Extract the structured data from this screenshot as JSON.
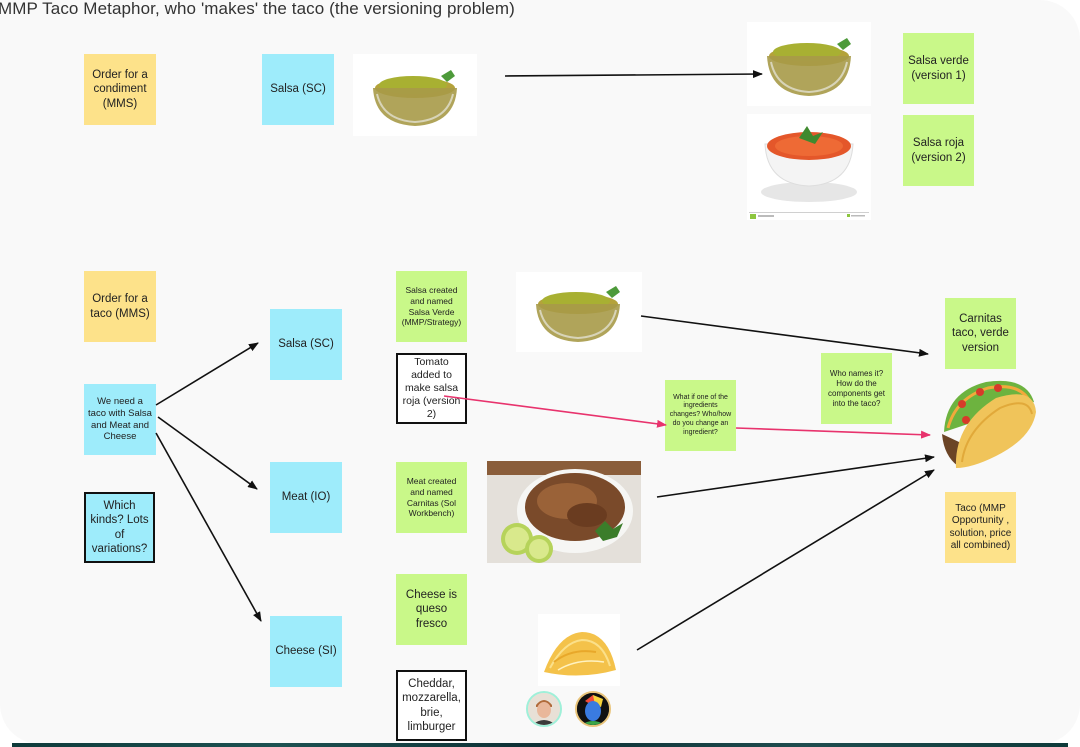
{
  "title": "MMP Taco Metaphor, who 'makes' the taco (the versioning problem)",
  "colors": {
    "yellow_sticky": "#fde28a",
    "blue_sticky": "#9eecfb",
    "green_sticky": "#c9f889",
    "arrow_black": "#111111",
    "arrow_pink": "#e8336d"
  },
  "top_row": {
    "order_condiment": "Order for a condiment (MMS)",
    "salsa_sc": "Salsa (SC)",
    "salsa_verde_v1": "Salsa verde (version 1)",
    "salsa_roja_v2": "Salsa roja (version 2)"
  },
  "bottom_row": {
    "order_taco": "Order for a taco (MMS)",
    "need_taco": "We need a taco with Salsa and Meat and Cheese",
    "which_kinds": "Which kinds? Lots of variations?",
    "salsa_sc": "Salsa (SC)",
    "meat_io": "Meat (IO)",
    "cheese_si": "Cheese (SI)",
    "salsa_created": "Salsa created and named Salsa Verde (MMP/Strategy)",
    "tomato_added": "Tomato added to make salsa roja (version 2)",
    "meat_created": "Meat created and named Carnitas (Sol Workbench)",
    "cheese_queso": "Cheese is queso fresco",
    "cheese_list": "Cheddar, mozzarella, brie, limburger",
    "what_if": "What if one of the ingredients changes? Who/how do you change an ingredient?",
    "who_names": "Who names it? How do the components get into the taco?",
    "carnitas_taco": "Carnitas taco, verde version",
    "taco_mmp": "Taco (MMP Opportunity , solution, price all combined)"
  },
  "images": {
    "salsa_verde_bowl": "salsa-verde-image",
    "salsa_roja_bowl": "salsa-roja-image",
    "carnitas_plate": "carnitas-image",
    "shredded_cheese": "shredded-cheese-image",
    "taco": "taco-image"
  },
  "collaborators": [
    {
      "name": "collaborator-avatar-1",
      "ring": "#9ff0d9"
    },
    {
      "name": "collaborator-avatar-2",
      "ring": "#e9c47a"
    }
  ]
}
